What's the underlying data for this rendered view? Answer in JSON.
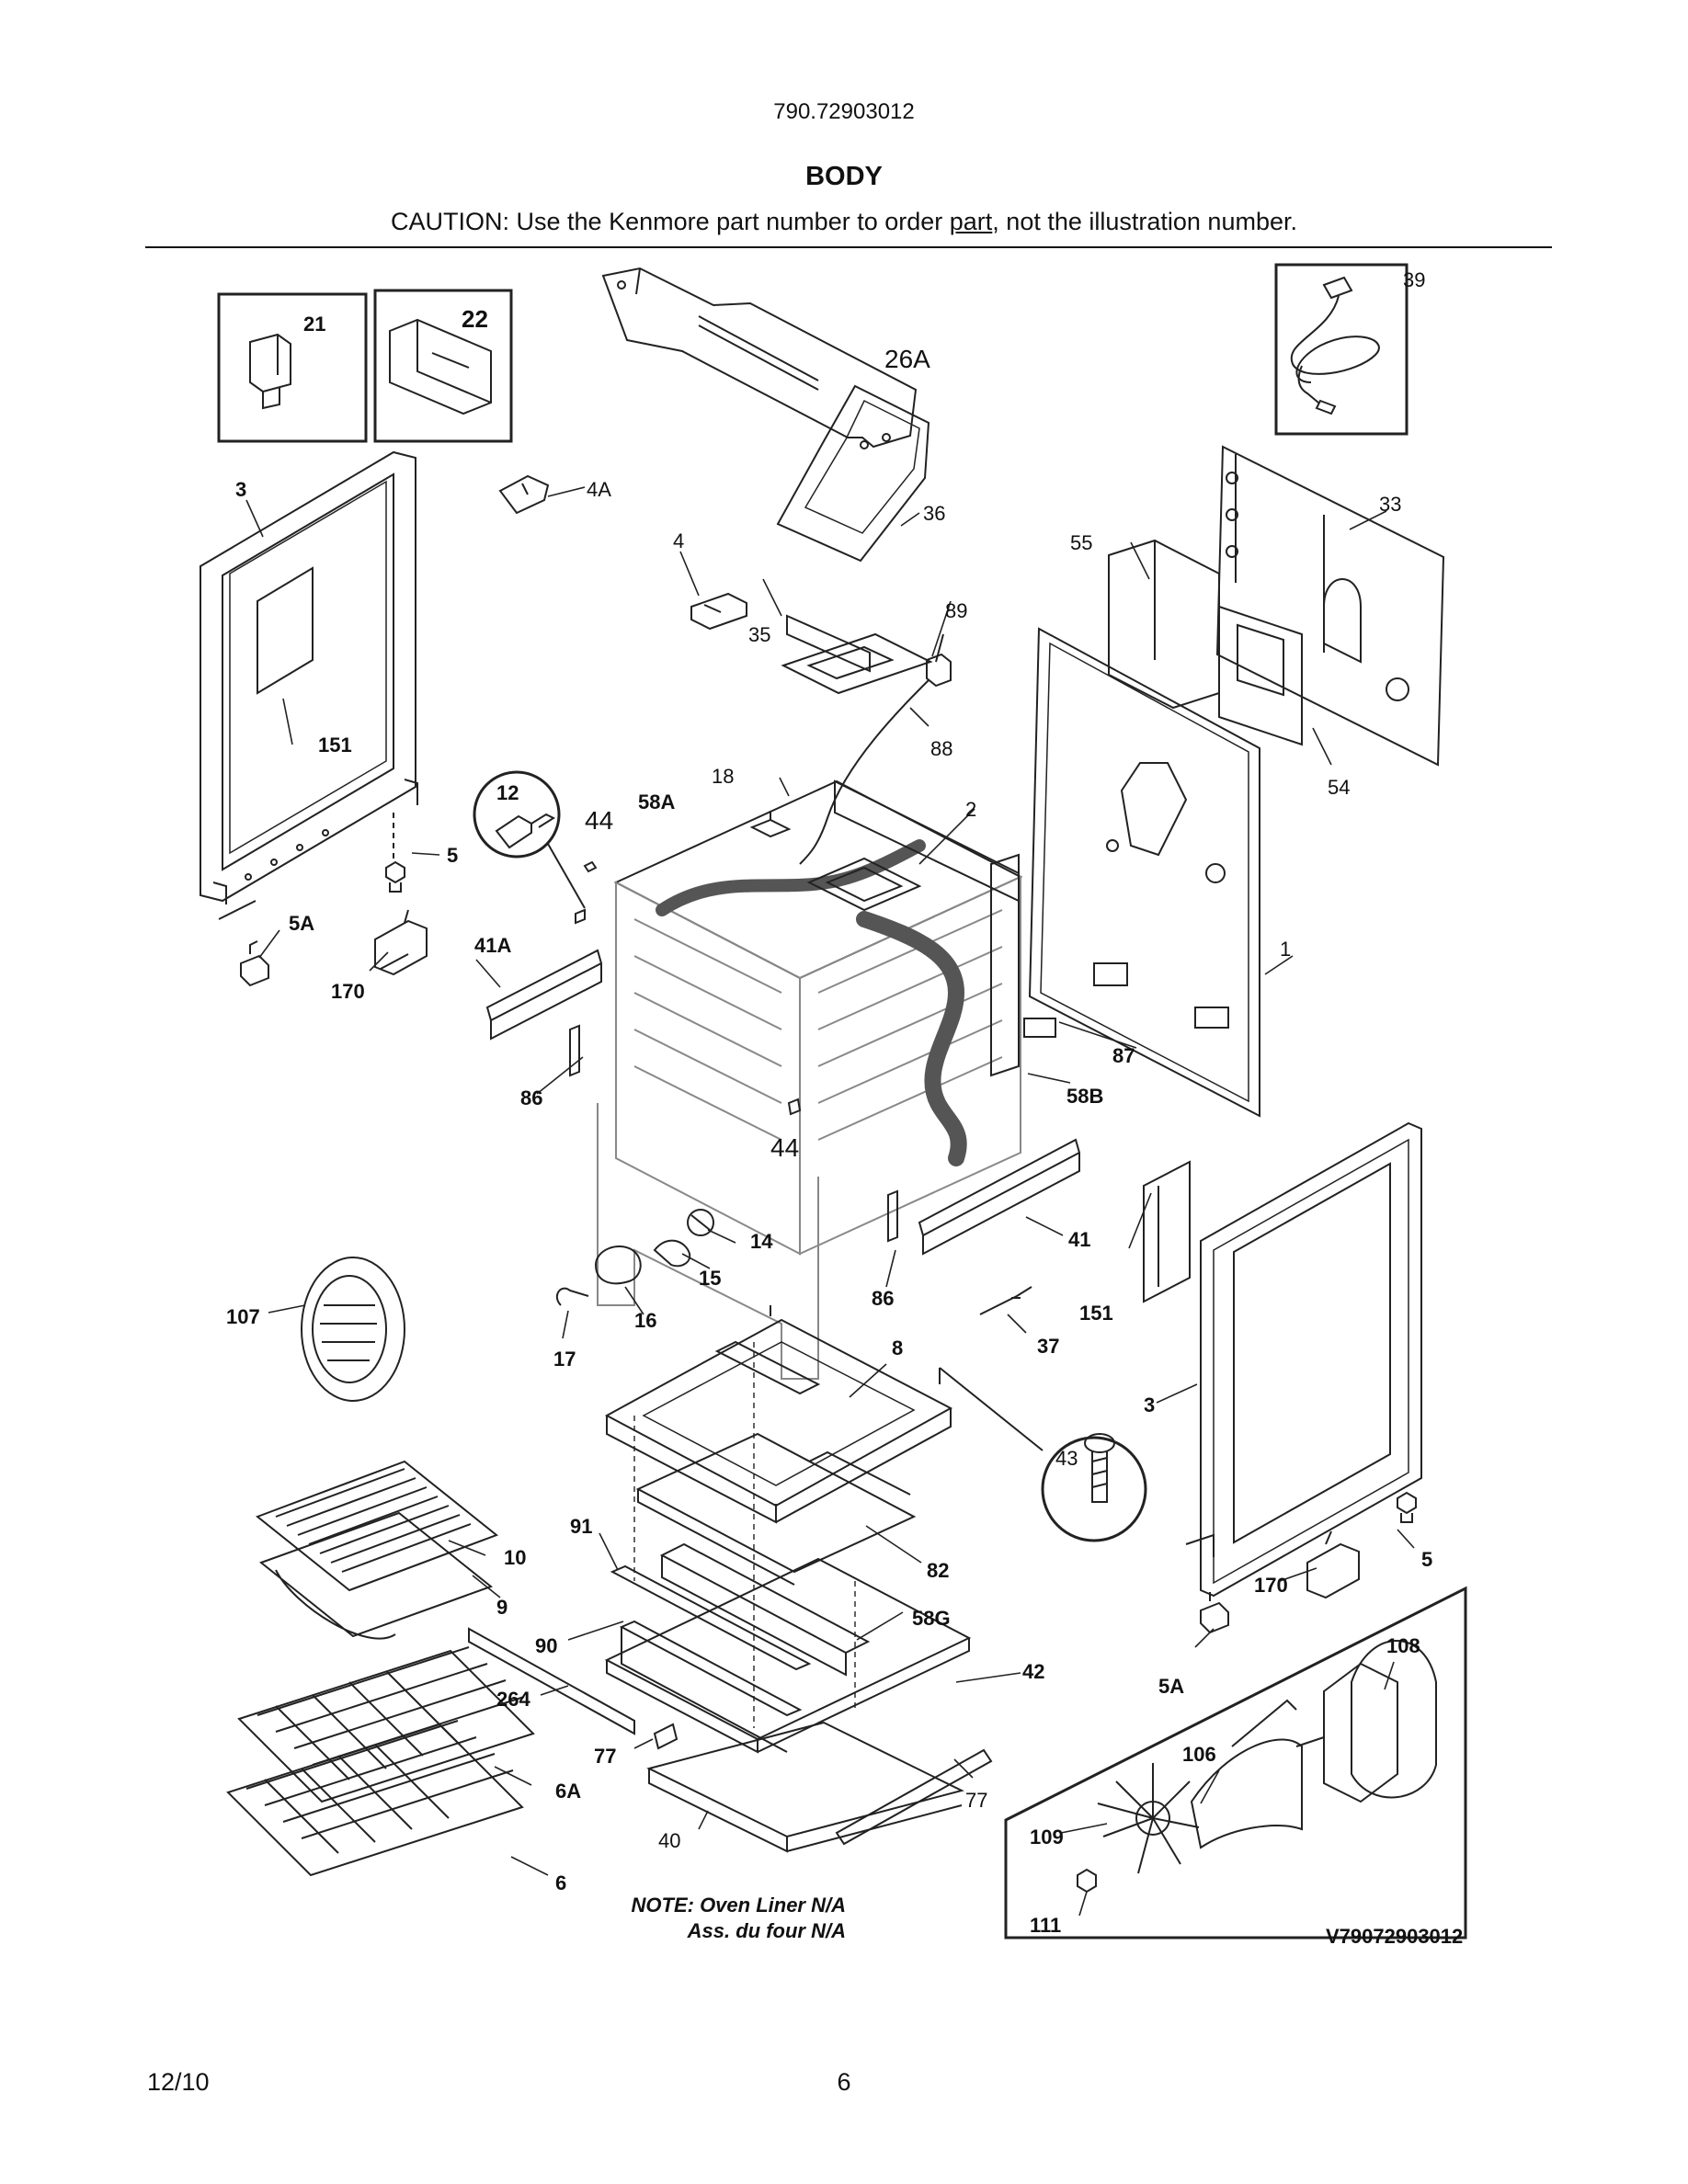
{
  "header": {
    "model_number": "790.72903012",
    "title": "BODY",
    "caution_prefix": "CAUTION: Use the Kenmore part number to order ",
    "caution_link": "part",
    "caution_suffix": ", not the illustration number."
  },
  "callouts": {
    "c21": "21",
    "c22": "22",
    "c26a": "26A",
    "c39": "39",
    "c3_left": "3",
    "c4a": "4A",
    "c4": "4",
    "c36": "36",
    "c55": "55",
    "c33": "33",
    "c89": "89",
    "c35": "35",
    "c151_left": "151",
    "c88": "88",
    "c18": "18",
    "c12": "12",
    "c44_top": "44",
    "c58a": "58A",
    "c2": "2",
    "c54": "54",
    "c5_left": "5",
    "c5a_left": "5A",
    "c41a": "41A",
    "c170_left": "170",
    "c1": "1",
    "c87": "87",
    "c86_left": "86",
    "c58b": "58B",
    "c44_bottom": "44",
    "c14": "14",
    "c41": "41",
    "c15": "15",
    "c107": "107",
    "c86_right": "86",
    "c151_right": "151",
    "c17": "17",
    "c16": "16",
    "c37": "37",
    "c8": "8",
    "c3_right": "3",
    "c43": "43",
    "c10": "10",
    "c91": "91",
    "c82": "82",
    "c9": "9",
    "c5_right": "5",
    "c170_right": "170",
    "c58g": "58G",
    "c90": "90",
    "c42": "42",
    "c108": "108",
    "c264": "264",
    "c5a_right": "5A",
    "c77_left": "77",
    "c106": "106",
    "c6a": "6A",
    "c77_right": "77",
    "c40": "40",
    "c109": "109",
    "c6": "6",
    "c111": "111"
  },
  "note": {
    "line1": "NOTE: Oven Liner N/A",
    "line2": "Ass. du four N/A"
  },
  "figure_id": "V79072903012",
  "footer": {
    "date": "12/10",
    "page": "6"
  }
}
